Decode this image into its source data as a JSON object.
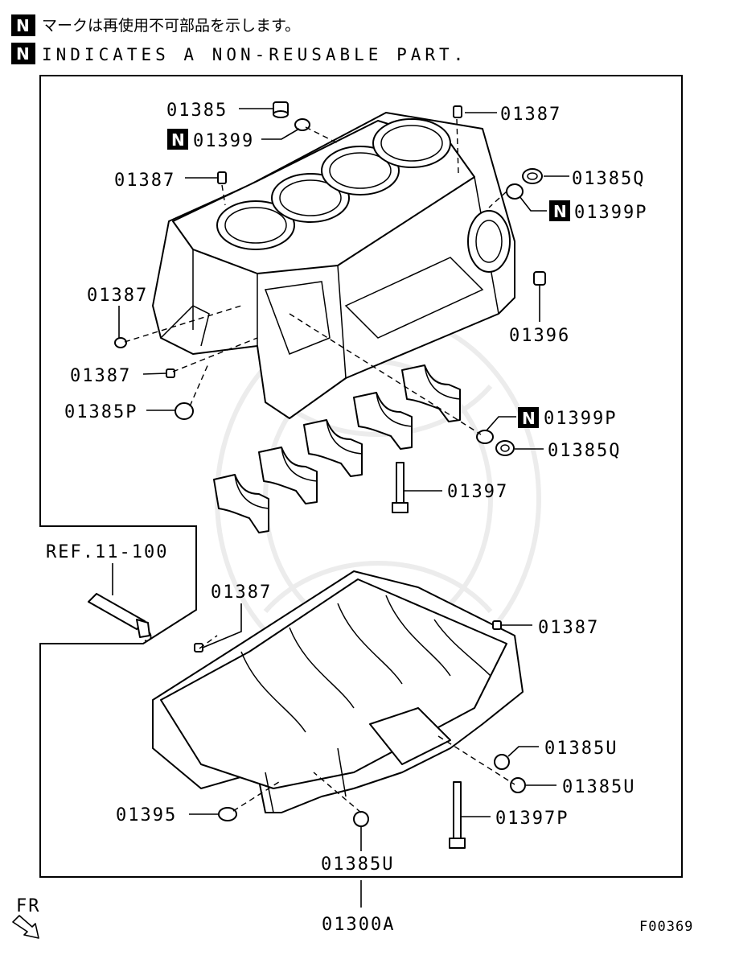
{
  "header": {
    "badge": "N",
    "note_jp": "マークは再使用不可部品を示します。",
    "note_en": "INDICATES A NON-REUSABLE PART."
  },
  "labels": {
    "p01385_top": "01385",
    "p01399_top": "01399",
    "p01387_top_right": "01387",
    "p01387_top_left": "01387",
    "p01385Q_top": "01385Q",
    "p01399P_top": "01399P",
    "p01387_mid": "01387",
    "p01396": "01396",
    "p01387_low": "01387",
    "p01385P": "01385P",
    "p01399P_mid": "01399P",
    "p01385Q_mid": "01385Q",
    "p01397": "01397",
    "ref": "REF.11-100",
    "p01387_lower_left": "01387",
    "p01387_lower_right": "01387",
    "p01385U_a": "01385U",
    "p01385U_b": "01385U",
    "p01395": "01395",
    "p01397P": "01397P",
    "p01385U_bottom": "01385U",
    "assembly": "01300A"
  },
  "footer": {
    "fr": "FR",
    "figure_id": "F00369"
  }
}
